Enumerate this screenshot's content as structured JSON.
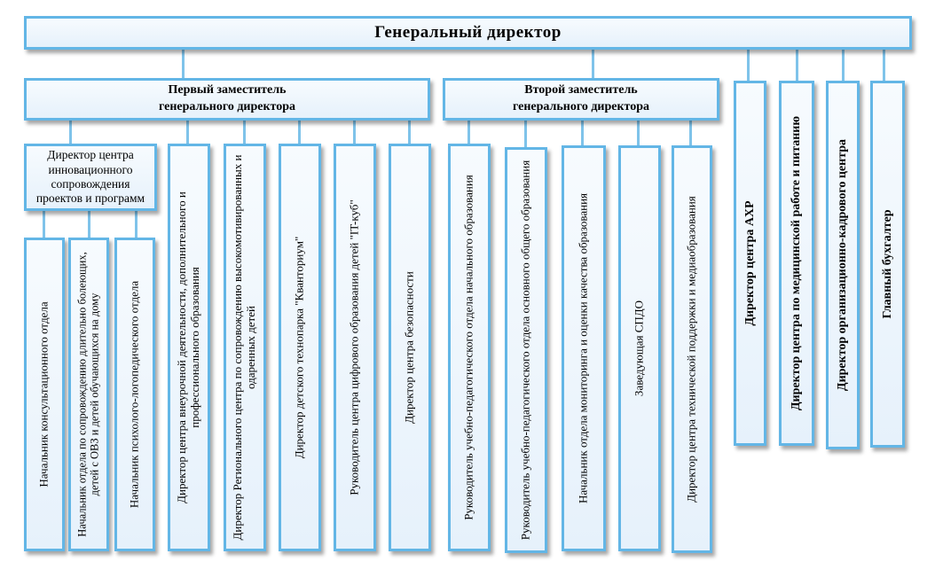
{
  "general_director": "Генеральный директор",
  "first_deputy": [
    "Первый заместитель",
    "генерального директора"
  ],
  "second_deputy": [
    "Второй заместитель",
    "генерального директора"
  ],
  "innovation_center": [
    "Директор центра",
    "инновационного",
    "сопровождения",
    "проектов и программ"
  ],
  "innovation_sub": [
    "Начальник консультационного отдела",
    "Начальник отдела по сопровождению длительно болеющих, детей с ОВЗ и детей обучающихся на дому",
    "Начальник психолого-логопедического отдела"
  ],
  "first_deputy_units": [
    "Директор центра внеурочной деятельности, дополнительного и профессионального образования",
    "Директор Регионального центра по сопровождению высокомотивированных и одаренных детей",
    "Директор детского технопарка \"Кванториум\"",
    "Руководитель центра цифрового образования детей \"IT-куб\"",
    "Директор центра безопасности"
  ],
  "second_deputy_units": [
    "Руководитель учебно-педагогического отдела начального образования",
    "Руководитель учебно-педагогического отдела основного общего образования",
    "Начальник отдела мониторинга и оценки качества образования",
    "Заведующая СПДО",
    "Директор центра технической поддержки и медиаобразования"
  ],
  "direct_reports": [
    "Директор центра АХР",
    "Директор центра по медицинской работе и питанию",
    "Директор организационно-кадрового центра",
    "Главный бухгалтер"
  ]
}
